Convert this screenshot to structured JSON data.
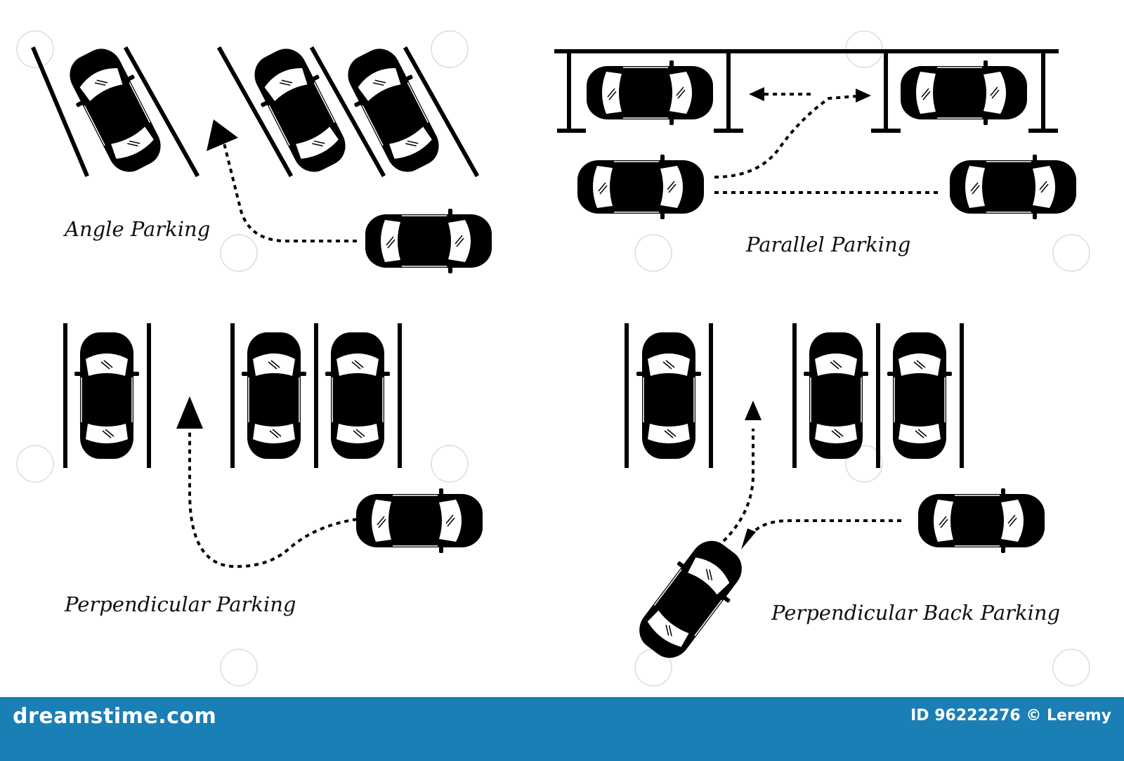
{
  "diagram": {
    "captions": {
      "angle": "Angle Parking",
      "parallel": "Parallel Parking",
      "perpendicular": "Perpendicular Parking",
      "back": "Perpendicular Back Parking"
    }
  },
  "footer": {
    "site": "dreamstime.com",
    "credit": "ID 96222276 © Leremy"
  },
  "colors": {
    "ink": "#000000",
    "background": "#ffffff",
    "footer_band": "#1a7fb5",
    "windshield": "#ffffff"
  }
}
